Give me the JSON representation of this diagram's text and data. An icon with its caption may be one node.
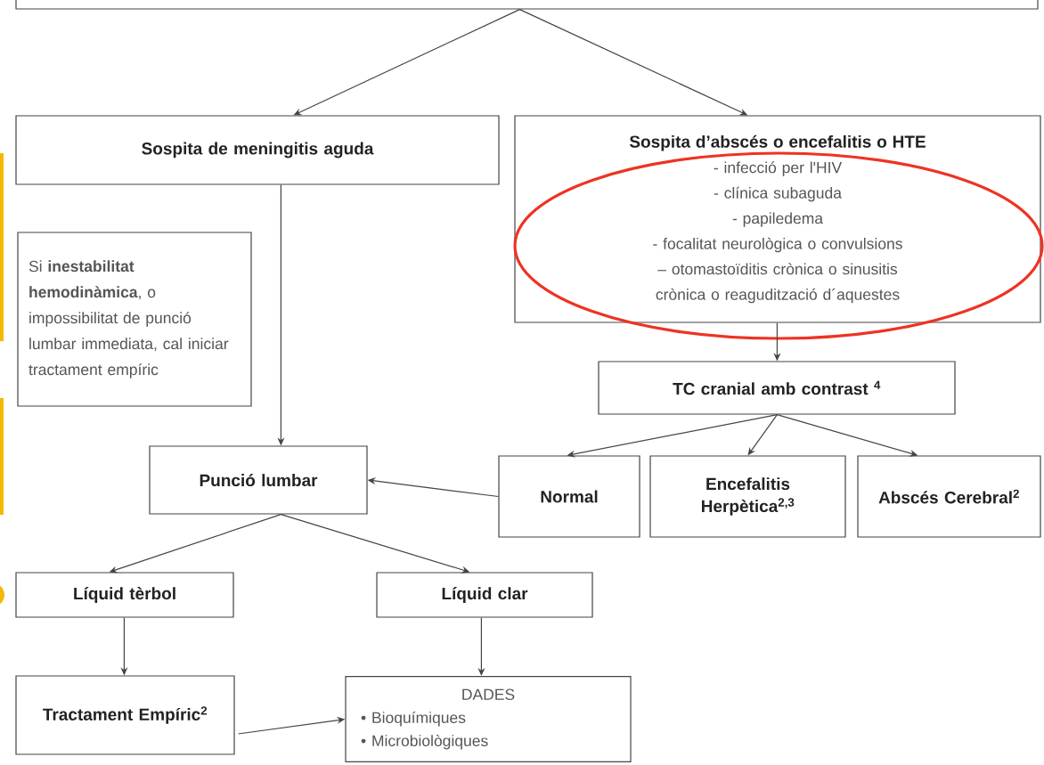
{
  "diagram": {
    "nodes": [
      {
        "text": [],
        "shape": "box"
      },
      {
        "text": [
          "Sospita de meningitis aguda"
        ]
      },
      {
        "text": [
          "Sospita d’abscés o encefalitis o HTE",
          "- infecció per l'HIV",
          "- clínica subaguda",
          "- papiledema",
          "- focalitat neurològica o convulsions",
          "– otomastoïditis crònica o sinusitis crònica o reagudització d´aquestes"
        ]
      },
      {
        "text": [
          "Si **inestabilitat hemodinàmica**, o impossibilitat de punció lumbar immediata, cal iniciar tractament empíric"
        ]
      },
      {
        "text": [
          "Punció lumbar"
        ]
      },
      {
        "text": [
          "TC cranial amb contrast $^{4}$"
        ]
      },
      {
        "text": [
          "Normal"
        ]
      },
      {
        "text": [
          "Encefalitis Herpètica$^{2,3}$"
        ]
      },
      {
        "text": [
          "Abscés Cerebral$^{2}$"
        ]
      },
      {
        "text": [
          "Líquid tèrbol"
        ]
      },
      {
        "text": [
          "Líquid clar"
        ]
      },
      {
        "text": [
          "Tractament Empíric$^{2}$"
        ]
      },
      {
        "text": [
          "DADES",
          "• Bioquímiques",
          "• Microbiològiques"
        ]
      }
    ],
    "edges": [
      {
        "from": 0,
        "to": 1,
        "arrow": "to"
      },
      {
        "from": 0,
        "to": 2,
        "arrow": "to"
      },
      {
        "from": 1,
        "to": 4,
        "arrow": "to"
      },
      {
        "from": 2,
        "to": 5,
        "arrow": "to"
      },
      {
        "from": 5,
        "to": 6,
        "arrow": "to"
      },
      {
        "from": 5,
        "to": 7,
        "arrow": "to"
      },
      {
        "from": 5,
        "to": 8,
        "arrow": "to"
      },
      {
        "from": 6,
        "to": 4,
        "arrow": "to"
      },
      {
        "from": 4,
        "to": 9,
        "arrow": "to"
      },
      {
        "from": 4,
        "to": 10,
        "arrow": "to"
      },
      {
        "from": 9,
        "to": 11,
        "arrow": "to"
      },
      {
        "from": 10,
        "to": 12,
        "arrow": "to"
      },
      {
        "from": 11,
        "to": 12,
        "arrow": "to"
      }
    ]
  }
}
